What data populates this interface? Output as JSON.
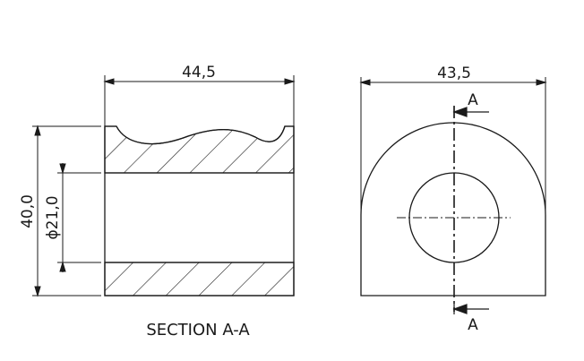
{
  "drawing": {
    "section_view": {
      "width_dim": "44,5",
      "height_dim": "40,0",
      "bore_dim": "ϕ21,0",
      "caption": "SECTION A-A"
    },
    "front_view": {
      "width_dim": "43,5",
      "cut_label_top": "A",
      "cut_label_bottom": "A"
    },
    "colors": {
      "line": "#1a1a1a",
      "background": "#ffffff"
    }
  }
}
